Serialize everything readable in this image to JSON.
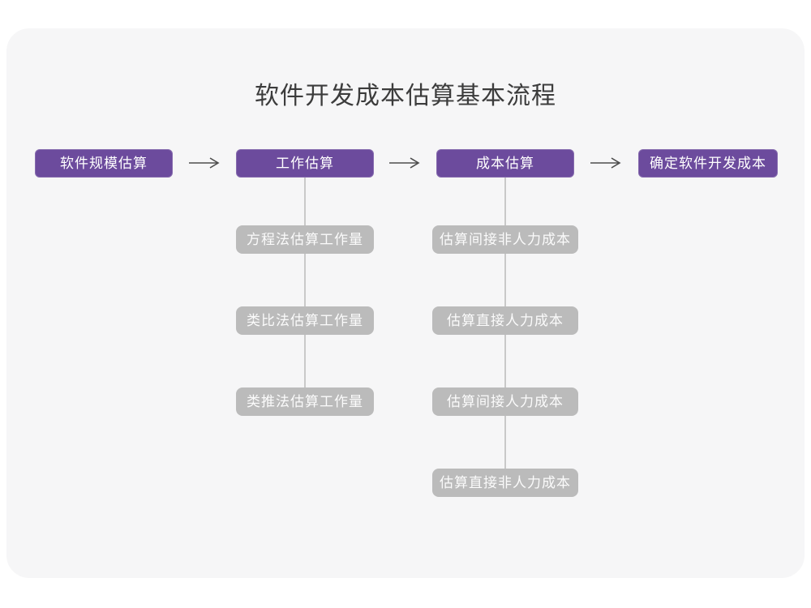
{
  "title": "软件开发成本估算基本流程",
  "flow": {
    "main_steps": [
      {
        "label": "软件规模估算"
      },
      {
        "label": "工作估算"
      },
      {
        "label": "成本估算"
      },
      {
        "label": "确定软件开发成本"
      }
    ],
    "work_sub_steps": [
      {
        "label": "方程法估算工作量"
      },
      {
        "label": "类比法估算工作量"
      },
      {
        "label": "类推法估算工作量"
      }
    ],
    "cost_sub_steps": [
      {
        "label": "估算间接非人力成本"
      },
      {
        "label": "估算直接人力成本"
      },
      {
        "label": "估算间接人力成本"
      },
      {
        "label": "估算直接非人力成本"
      }
    ]
  },
  "colors": {
    "main_node": "#6C4B9D",
    "sub_node": "#BBBBBB",
    "canvas_background": "#F6F6F7",
    "page_background": "#FFFFFF",
    "connector_line": "#C9C9C9",
    "arrow": "#4D4D4D",
    "title_text": "#3C3C3C",
    "node_text": "#FFFFFF"
  }
}
